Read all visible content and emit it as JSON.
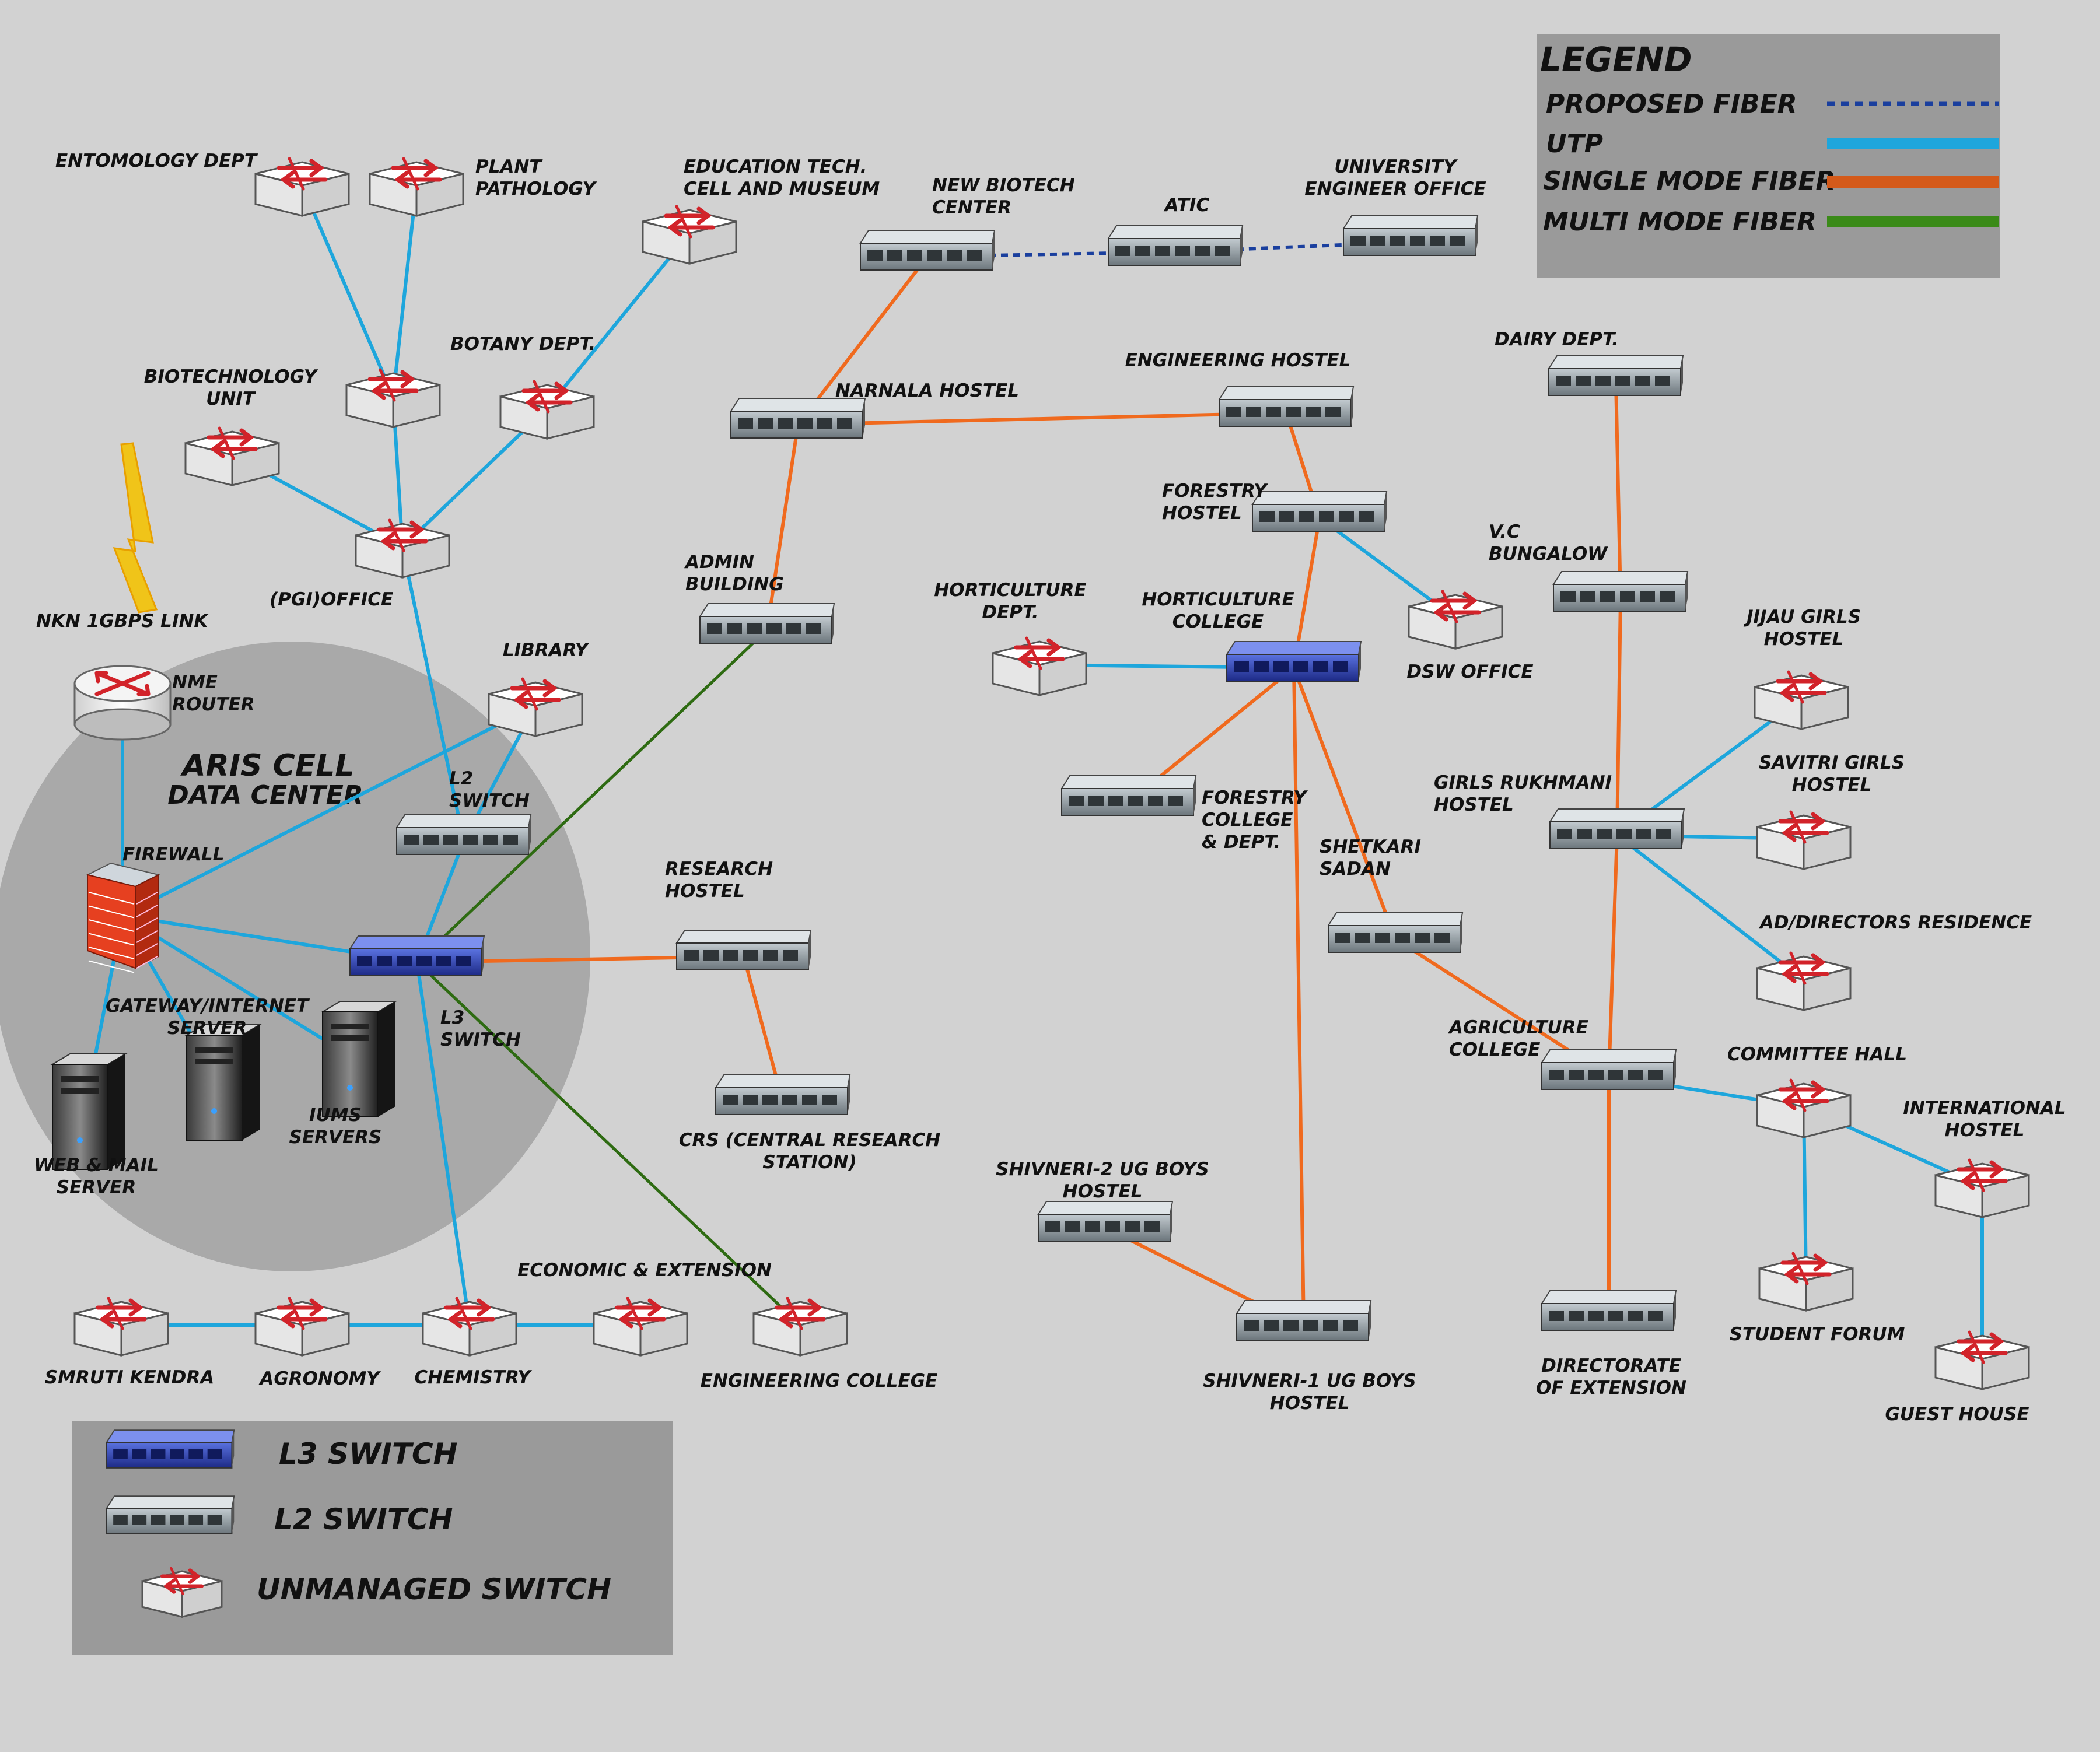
{
  "colors": {
    "background": "#d2d2d2",
    "utp": "#1ea6dc",
    "single_mode": "#f06a1e",
    "multi_mode": "#2e6b12",
    "proposed": "#1a3f9e",
    "l3_switch": "#2b3ea8",
    "l2_switch": "#8c969c",
    "unmanaged_arrow": "#d2232a",
    "legend_bg": "#9a9a9a",
    "datacenter_bg": "#a9a9a9"
  },
  "datacenter": {
    "line1": "ARIS CELL",
    "line2": "DATA CENTER"
  },
  "legend": {
    "title": "LEGEND",
    "items": [
      {
        "label": "PROPOSED FIBER",
        "style": "dashed",
        "color": "#1a3f9e"
      },
      {
        "label": "UTP",
        "style": "solid",
        "color": "#1ea6dc"
      },
      {
        "label": "SINGLE MODE FIBER",
        "style": "solid",
        "color": "#d45a1a"
      },
      {
        "label": "MULTI MODE FIBER",
        "style": "solid",
        "color": "#3a8a18"
      }
    ]
  },
  "device_legend": {
    "items": [
      {
        "label": "L3 SWITCH",
        "icon": "l3-switch-icon"
      },
      {
        "label": "L2 SWITCH",
        "icon": "l2-switch-icon"
      },
      {
        "label": "UNMANAGED SWITCH",
        "icon": "unmanaged-switch-icon"
      }
    ]
  },
  "nodes": [
    {
      "id": "entomology",
      "type": "um",
      "label": [
        "ENTOMOLOGY DEPT"
      ]
    },
    {
      "id": "plantpath",
      "type": "um",
      "label": [
        "PLANT",
        "PATHOLOGY"
      ]
    },
    {
      "id": "edutech",
      "type": "um",
      "label": [
        "EDUCATION TECH.",
        "CELL AND MUSEUM"
      ]
    },
    {
      "id": "biotechunit",
      "type": "um",
      "label": [
        "BIOTECHNOLOGY",
        "UNIT"
      ]
    },
    {
      "id": "hub1",
      "type": "um",
      "label": []
    },
    {
      "id": "botany",
      "type": "um",
      "label": [
        "BOTANY DEPT."
      ]
    },
    {
      "id": "pgi",
      "type": "um",
      "label": [
        "(PGI)OFFICE"
      ]
    },
    {
      "id": "library",
      "type": "um",
      "label": [
        "LIBRARY"
      ]
    },
    {
      "id": "router",
      "type": "router",
      "label": [
        "NME",
        "ROUTER"
      ]
    },
    {
      "id": "l2switch",
      "type": "l2",
      "label": [
        "L2",
        "SWITCH"
      ]
    },
    {
      "id": "firewall",
      "type": "firewall",
      "label": [
        "FIREWALL"
      ]
    },
    {
      "id": "l3switch",
      "type": "l3",
      "label": [
        "L3",
        "SWITCH"
      ]
    },
    {
      "id": "gatewaysrv",
      "type": "server",
      "label": [
        "GATEWAY/INTERNET",
        "SERVER"
      ]
    },
    {
      "id": "iums",
      "type": "server",
      "label": [
        "IUMS",
        "SERVERS"
      ]
    },
    {
      "id": "webmail",
      "type": "server",
      "label": [
        "WEB & MAIL",
        "SERVER"
      ]
    },
    {
      "id": "smruti",
      "type": "um",
      "label": [
        "SMRUTI KENDRA"
      ]
    },
    {
      "id": "agronomy",
      "type": "um",
      "label": [
        "AGRONOMY"
      ]
    },
    {
      "id": "chemistry",
      "type": "um",
      "label": [
        "CHEMISTRY"
      ]
    },
    {
      "id": "economic",
      "type": "um",
      "label": [
        "ECONOMIC & EXTENSION"
      ]
    },
    {
      "id": "engcollege",
      "type": "um",
      "label": [
        "ENGINEERING COLLEGE"
      ]
    },
    {
      "id": "newbiotech",
      "type": "l2",
      "label": [
        "NEW BIOTECH",
        "CENTER"
      ]
    },
    {
      "id": "atic",
      "type": "l2",
      "label": [
        "ATIC"
      ]
    },
    {
      "id": "univeng",
      "type": "l2",
      "label": [
        "UNIVERSITY",
        "ENGINEER OFFICE"
      ]
    },
    {
      "id": "narnala",
      "type": "l2",
      "label": [
        "NARNALA HOSTEL"
      ]
    },
    {
      "id": "enghostel",
      "type": "l2",
      "label": [
        "ENGINEERING HOSTEL"
      ]
    },
    {
      "id": "admin",
      "type": "l2",
      "label": [
        "ADMIN",
        "BUILDING"
      ]
    },
    {
      "id": "foresthostel",
      "type": "l2",
      "label": [
        "FORESTRY",
        "HOSTEL"
      ]
    },
    {
      "id": "dsw",
      "type": "um",
      "label": [
        "DSW OFFICE"
      ]
    },
    {
      "id": "hortdept",
      "type": "um",
      "label": [
        "HORTICULTURE",
        "DEPT."
      ]
    },
    {
      "id": "hortcollege",
      "type": "l3",
      "label": [
        "HORTICULTURE",
        "COLLEGE"
      ]
    },
    {
      "id": "forestcollege",
      "type": "l2",
      "label": [
        "FORESTRY",
        "COLLEGE",
        "& DEPT."
      ]
    },
    {
      "id": "shetkari",
      "type": "l2",
      "label": [
        "SHETKARI",
        "SADAN"
      ]
    },
    {
      "id": "research",
      "type": "l2",
      "label": [
        "RESEARCH",
        "HOSTEL"
      ]
    },
    {
      "id": "crs",
      "type": "l2",
      "label": [
        "CRS (CENTRAL RESEARCH",
        "STATION)"
      ]
    },
    {
      "id": "shivneri2",
      "type": "l2",
      "label": [
        "SHIVNERI-2 UG BOYS",
        "HOSTEL"
      ]
    },
    {
      "id": "shivneri1",
      "type": "l2",
      "label": [
        "SHIVNERI-1 UG BOYS",
        "HOSTEL"
      ]
    },
    {
      "id": "dairy",
      "type": "l2",
      "label": [
        "DAIRY DEPT."
      ]
    },
    {
      "id": "vc",
      "type": "l2",
      "label": [
        "V.C",
        "BUNGALOW"
      ]
    },
    {
      "id": "jijau",
      "type": "um",
      "label": [
        "JIJAU GIRLS",
        "HOSTEL"
      ]
    },
    {
      "id": "rukhmani",
      "type": "l2",
      "label": [
        "GIRLS RUKHMANI",
        "HOSTEL"
      ]
    },
    {
      "id": "savitri",
      "type": "um",
      "label": [
        "SAVITRI GIRLS",
        "HOSTEL"
      ]
    },
    {
      "id": "directors",
      "type": "um",
      "label": [
        "AD/DIRECTORS RESIDENCE"
      ]
    },
    {
      "id": "agricollege",
      "type": "l2",
      "label": [
        "AGRICULTURE",
        "COLLEGE"
      ]
    },
    {
      "id": "committee",
      "type": "um",
      "label": [
        "COMMITTEE HALL"
      ]
    },
    {
      "id": "international",
      "type": "um",
      "label": [
        "INTERNATIONAL",
        "HOSTEL"
      ]
    },
    {
      "id": "studentforum",
      "type": "um",
      "label": [
        "STUDENT FORUM"
      ]
    },
    {
      "id": "guesthouse",
      "type": "um",
      "label": [
        "GUEST HOUSE"
      ]
    },
    {
      "id": "direxten",
      "type": "l2",
      "label": [
        "DIRECTORATE",
        "OF EXTENSION"
      ]
    }
  ],
  "nkn_link": {
    "label": "NKN 1GBPS LINK"
  },
  "links": [
    {
      "from": "entomology",
      "to": "hub1",
      "type": "utp"
    },
    {
      "from": "plantpath",
      "to": "hub1",
      "type": "utp"
    },
    {
      "from": "hub1",
      "to": "pgi",
      "type": "utp"
    },
    {
      "from": "biotechunit",
      "to": "pgi",
      "type": "utp"
    },
    {
      "from": "botany",
      "to": "pgi",
      "type": "utp"
    },
    {
      "from": "edutech",
      "to": "botany",
      "type": "utp"
    },
    {
      "from": "pgi",
      "to": "l2switch",
      "type": "utp"
    },
    {
      "from": "router",
      "to": "firewall",
      "type": "utp"
    },
    {
      "from": "firewall",
      "to": "library",
      "type": "utp"
    },
    {
      "from": "firewall",
      "to": "l3switch",
      "type": "utp"
    },
    {
      "from": "firewall",
      "to": "webmail",
      "type": "utp"
    },
    {
      "from": "firewall",
      "to": "gatewaysrv",
      "type": "utp"
    },
    {
      "from": "firewall",
      "to": "iums",
      "type": "utp"
    },
    {
      "from": "library",
      "to": "l2switch",
      "type": "utp"
    },
    {
      "from": "l2switch",
      "to": "l3switch",
      "type": "utp"
    },
    {
      "from": "l3switch",
      "to": "chemistry",
      "type": "utp"
    },
    {
      "from": "smruti",
      "to": "agronomy",
      "type": "utp"
    },
    {
      "from": "agronomy",
      "to": "chemistry",
      "type": "utp"
    },
    {
      "from": "chemistry",
      "to": "economic",
      "type": "utp"
    },
    {
      "from": "l3switch",
      "to": "admin",
      "type": "mm"
    },
    {
      "from": "l3switch",
      "to": "engcollege",
      "type": "mm"
    },
    {
      "from": "l3switch",
      "to": "research",
      "type": "sm"
    },
    {
      "from": "research",
      "to": "crs",
      "type": "sm"
    },
    {
      "from": "admin",
      "to": "narnala",
      "type": "sm"
    },
    {
      "from": "narnala",
      "to": "newbiotech",
      "type": "sm"
    },
    {
      "from": "narnala",
      "to": "enghostel",
      "type": "sm"
    },
    {
      "from": "newbiotech",
      "to": "atic",
      "type": "proposed"
    },
    {
      "from": "atic",
      "to": "univeng",
      "type": "proposed"
    },
    {
      "from": "enghostel",
      "to": "foresthostel",
      "type": "sm"
    },
    {
      "from": "foresthostel",
      "to": "hortcollege",
      "type": "sm"
    },
    {
      "from": "foresthostel",
      "to": "dsw",
      "type": "utp"
    },
    {
      "from": "hortdept",
      "to": "hortcollege",
      "type": "utp"
    },
    {
      "from": "hortcollege",
      "to": "forestcollege",
      "type": "sm"
    },
    {
      "from": "hortcollege",
      "to": "shetkari",
      "type": "sm"
    },
    {
      "from": "hortcollege",
      "to": "shivneri1",
      "type": "sm"
    },
    {
      "from": "shivneri2",
      "to": "shivneri1",
      "type": "sm"
    },
    {
      "from": "shetkari",
      "to": "agricollege",
      "type": "sm"
    },
    {
      "from": "dairy",
      "to": "vc",
      "type": "sm"
    },
    {
      "from": "vc",
      "to": "rukhmani",
      "type": "sm"
    },
    {
      "from": "rukhmani",
      "to": "agricollege",
      "type": "sm"
    },
    {
      "from": "agricollege",
      "to": "direxten",
      "type": "sm"
    },
    {
      "from": "rukhmani",
      "to": "jijau",
      "type": "utp"
    },
    {
      "from": "rukhmani",
      "to": "savitri",
      "type": "utp"
    },
    {
      "from": "rukhmani",
      "to": "directors",
      "type": "utp"
    },
    {
      "from": "agricollege",
      "to": "committee",
      "type": "utp"
    },
    {
      "from": "committee",
      "to": "studentforum",
      "type": "utp"
    },
    {
      "from": "committee",
      "to": "international",
      "type": "utp"
    },
    {
      "from": "international",
      "to": "guesthouse",
      "type": "utp"
    }
  ]
}
